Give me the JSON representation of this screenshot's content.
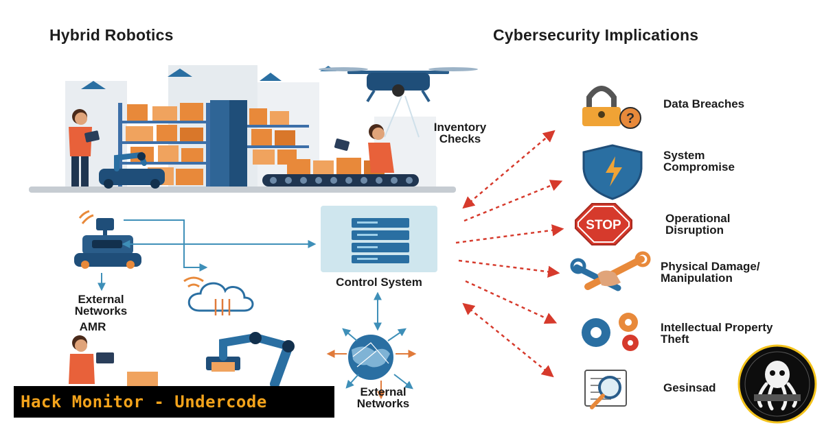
{
  "headings": {
    "left": "Hybrid Robotics",
    "right": "Cybersecurity Implications"
  },
  "labels": {
    "inventory_checks": "Inventory\nChecks",
    "control_system": "Control System",
    "external_networks_left": "External\nNetworks",
    "amr": "AMR",
    "external_networks_bottom": "External\nNetworks"
  },
  "implications": [
    {
      "label": "Data Breaches",
      "icon": "padlock-question-icon"
    },
    {
      "label": "System\nCompromise",
      "icon": "shield-bolt-icon"
    },
    {
      "label": "Operational\nDisruption",
      "icon": "stop-sign-icon",
      "sign_text": "STOP"
    },
    {
      "label": "Physical Damage/\nManipulation",
      "icon": "wrench-hand-icon"
    },
    {
      "label": "Intellectual Property\nTheft",
      "icon": "gears-icon"
    },
    {
      "label": "Gesinsad",
      "icon": "document-magnifier-icon"
    }
  ],
  "banner": "Hack Monitor - Undercode",
  "colors": {
    "navy": "#1f4e79",
    "orange": "#e8893a",
    "arrow_red": "#d63a2c",
    "light_blue": "#cfe6ee",
    "banner_text": "#f3a31b"
  }
}
